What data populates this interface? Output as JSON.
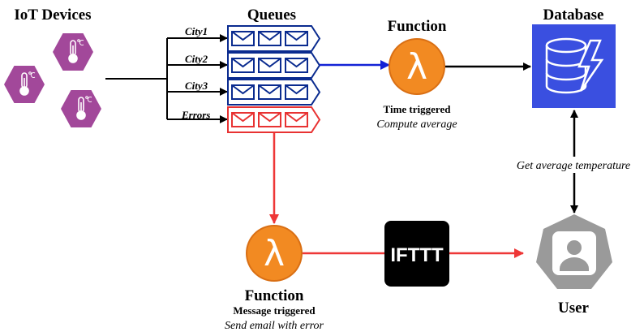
{
  "sections": {
    "iot_devices": "IoT Devices",
    "queues": "Queues",
    "database": "Database",
    "user": "User"
  },
  "queue_labels": [
    "City1",
    "City2",
    "City3",
    "Errors"
  ],
  "function_top": {
    "title": "Function",
    "trigger": "Time triggered",
    "desc": "Compute average"
  },
  "function_bottom": {
    "title": "Function",
    "trigger": "Message triggered",
    "desc": "Send email with error"
  },
  "edge_label_db_user": "Get average  temperature",
  "ifttt_label": "IFTTT",
  "colors": {
    "sensor": "#a2489a",
    "queue_normal": "#0a2b8f",
    "queue_error": "#e83232",
    "lambda": "#f28a22",
    "database": "#3a4fe0",
    "arrow_blue": "#1322d6",
    "arrow_red": "#ee3737",
    "user_gray": "#9a9a9a"
  },
  "icons": {
    "sensor": "thermometer-icon",
    "queue": "envelope-icon",
    "function": "lambda-icon",
    "database": "database-icon",
    "user": "user-icon"
  }
}
